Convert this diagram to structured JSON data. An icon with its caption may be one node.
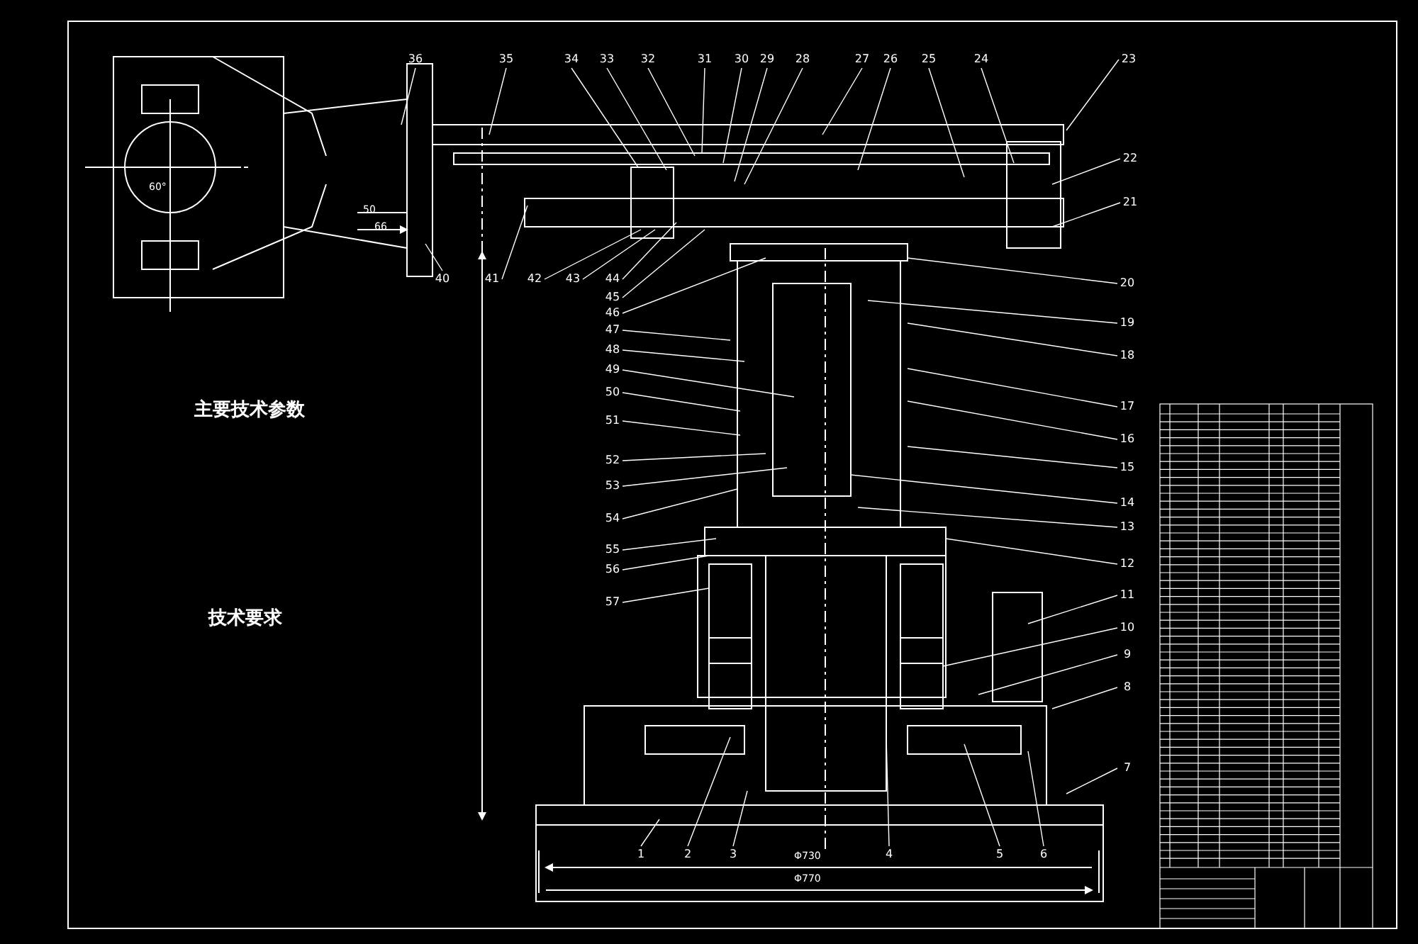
{
  "diagram": {
    "nodes": [
      {
        "text": [
          "36"
        ]
      },
      {
        "text": [
          "35"
        ]
      },
      {
        "text": [
          "34"
        ]
      },
      {
        "text": [
          "33"
        ]
      },
      {
        "text": [
          "32"
        ]
      },
      {
        "text": [
          "31"
        ]
      },
      {
        "text": [
          "30"
        ]
      },
      {
        "text": [
          "29"
        ]
      },
      {
        "text": [
          "28"
        ]
      },
      {
        "text": [
          "27"
        ]
      },
      {
        "text": [
          "26"
        ]
      },
      {
        "text": [
          "25"
        ]
      },
      {
        "text": [
          "24"
        ]
      },
      {
        "text": [
          "23"
        ]
      },
      {
        "text": [
          "22"
        ]
      },
      {
        "text": [
          "21"
        ]
      },
      {
        "text": [
          "20"
        ]
      },
      {
        "text": [
          "19"
        ]
      },
      {
        "text": [
          "18"
        ]
      },
      {
        "text": [
          "17"
        ]
      },
      {
        "text": [
          "16"
        ]
      },
      {
        "text": [
          "15"
        ]
      },
      {
        "text": [
          "14"
        ]
      },
      {
        "text": [
          "13"
        ]
      },
      {
        "text": [
          "12"
        ]
      },
      {
        "text": [
          "11"
        ]
      },
      {
        "text": [
          "10"
        ]
      },
      {
        "text": [
          "9"
        ]
      },
      {
        "text": [
          "8"
        ]
      },
      {
        "text": [
          "7"
        ]
      },
      {
        "text": [
          "1"
        ]
      },
      {
        "text": [
          "2"
        ]
      },
      {
        "text": [
          "3"
        ]
      },
      {
        "text": [
          "4"
        ]
      },
      {
        "text": [
          "5"
        ]
      },
      {
        "text": [
          "6"
        ]
      },
      {
        "text": [
          "40"
        ]
      },
      {
        "text": [
          "41"
        ]
      },
      {
        "text": [
          "42"
        ]
      },
      {
        "text": [
          "43"
        ]
      },
      {
        "text": [
          "44"
        ]
      },
      {
        "text": [
          "45"
        ]
      },
      {
        "text": [
          "46"
        ]
      },
      {
        "text": [
          "47"
        ]
      },
      {
        "text": [
          "48"
        ]
      },
      {
        "text": [
          "49"
        ]
      },
      {
        "text": [
          "50"
        ]
      },
      {
        "text": [
          "51"
        ]
      },
      {
        "text": [
          "52"
        ]
      },
      {
        "text": [
          "53"
        ]
      },
      {
        "text": [
          "54"
        ]
      },
      {
        "text": [
          "55"
        ]
      },
      {
        "text": [
          "56"
        ]
      },
      {
        "text": [
          "57"
        ]
      }
    ],
    "edges": [
      {
        "from": 0,
        "to": null,
        "arrow": "none"
      },
      {
        "from": 1,
        "to": null,
        "arrow": "none"
      },
      {
        "from": 2,
        "to": null,
        "arrow": "none"
      },
      {
        "from": 3,
        "to": null,
        "arrow": "none"
      },
      {
        "from": 4,
        "to": null,
        "arrow": "none"
      },
      {
        "from": 5,
        "to": null,
        "arrow": "none"
      },
      {
        "from": 6,
        "to": null,
        "arrow": "none"
      },
      {
        "from": 7,
        "to": null,
        "arrow": "none"
      },
      {
        "from": 8,
        "to": null,
        "arrow": "none"
      },
      {
        "from": 9,
        "to": null,
        "arrow": "none"
      },
      {
        "from": 10,
        "to": null,
        "arrow": "none"
      },
      {
        "from": 11,
        "to": null,
        "arrow": "none"
      },
      {
        "from": 12,
        "to": null,
        "arrow": "none"
      },
      {
        "from": 13,
        "to": null,
        "arrow": "none"
      },
      {
        "from": 14,
        "to": null,
        "arrow": "none"
      },
      {
        "from": 15,
        "to": null,
        "arrow": "none"
      },
      {
        "from": 16,
        "to": null,
        "arrow": "none"
      },
      {
        "from": 17,
        "to": null,
        "arrow": "none"
      },
      {
        "from": 18,
        "to": null,
        "arrow": "none"
      },
      {
        "from": 19,
        "to": null,
        "arrow": "none"
      },
      {
        "from": 20,
        "to": null,
        "arrow": "none"
      },
      {
        "from": 21,
        "to": null,
        "arrow": "none"
      },
      {
        "from": 22,
        "to": null,
        "arrow": "none"
      },
      {
        "from": 23,
        "to": null,
        "arrow": "none"
      },
      {
        "from": 24,
        "to": null,
        "arrow": "none"
      },
      {
        "from": 25,
        "to": null,
        "arrow": "none"
      },
      {
        "from": 26,
        "to": null,
        "arrow": "none"
      },
      {
        "from": 27,
        "to": null,
        "arrow": "none"
      },
      {
        "from": 28,
        "to": null,
        "arrow": "none"
      },
      {
        "from": 29,
        "to": null,
        "arrow": "none"
      },
      {
        "from": 30,
        "to": null,
        "arrow": "none"
      },
      {
        "from": 31,
        "to": null,
        "arrow": "none"
      },
      {
        "from": 32,
        "to": null,
        "arrow": "none"
      },
      {
        "from": 33,
        "to": null,
        "arrow": "none"
      },
      {
        "from": 34,
        "to": null,
        "arrow": "none"
      },
      {
        "from": 35,
        "to": null,
        "arrow": "none"
      },
      {
        "from": 36,
        "to": null,
        "arrow": "none"
      },
      {
        "from": 37,
        "to": null,
        "arrow": "none"
      },
      {
        "from": 38,
        "to": null,
        "arrow": "none"
      },
      {
        "from": 39,
        "to": null,
        "arrow": "none"
      },
      {
        "from": 40,
        "to": null,
        "arrow": "none"
      },
      {
        "from": 41,
        "to": null,
        "arrow": "none"
      },
      {
        "from": 42,
        "to": null,
        "arrow": "none"
      },
      {
        "from": 43,
        "to": null,
        "arrow": "none"
      },
      {
        "from": 44,
        "to": null,
        "arrow": "none"
      },
      {
        "from": 45,
        "to": null,
        "arrow": "none"
      },
      {
        "from": 46,
        "to": null,
        "arrow": "none"
      },
      {
        "from": 47,
        "to": null,
        "arrow": "none"
      },
      {
        "from": 48,
        "to": null,
        "arrow": "none"
      },
      {
        "from": 49,
        "to": null,
        "arrow": "none"
      },
      {
        "from": 50,
        "to": null,
        "arrow": "none"
      },
      {
        "from": 51,
        "to": null,
        "arrow": "none"
      },
      {
        "from": 52,
        "to": null,
        "arrow": "none"
      },
      {
        "from": 53,
        "to": null,
        "arrow": "none"
      }
    ],
    "labels": [
      "主要技术参数",
      "技术要求",
      "60°",
      "50",
      "66",
      "Φ730",
      "Φ770"
    ]
  }
}
